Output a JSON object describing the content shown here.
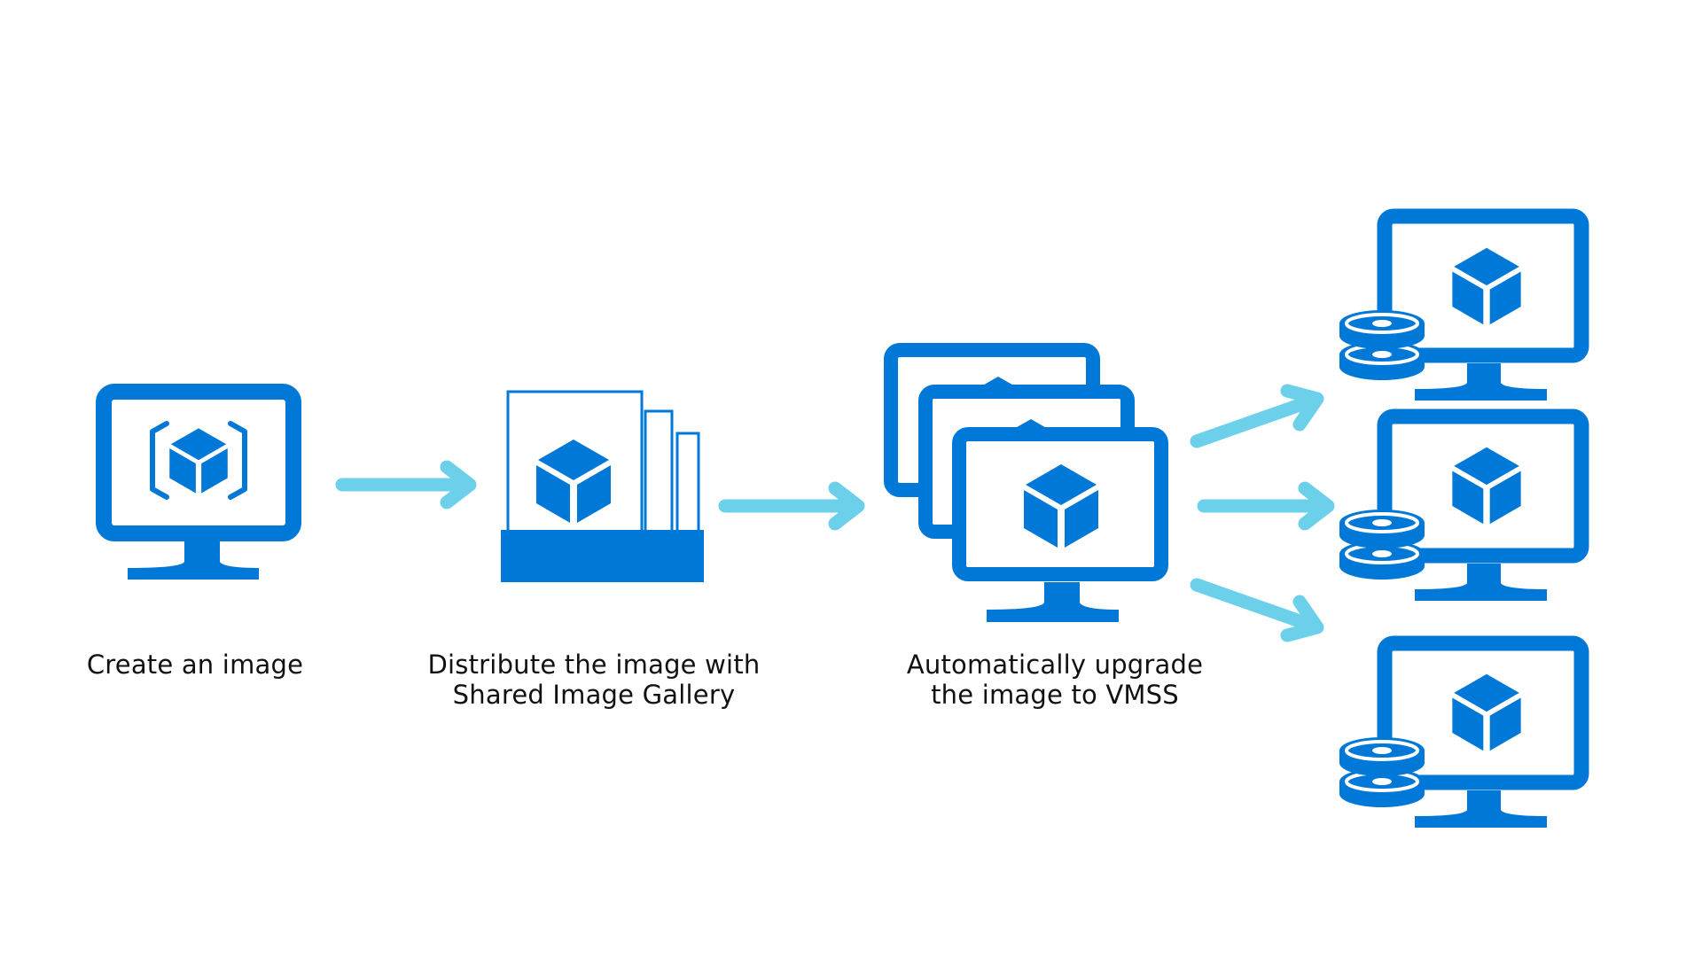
{
  "colors": {
    "primary": "#0078d7",
    "arrow": "#6dd0ea",
    "background": "#ffffff",
    "text": "#111111"
  },
  "steps": [
    {
      "icon": "monitor-with-bracketed-cube-icon",
      "caption_lines": [
        "Create an image"
      ]
    },
    {
      "icon": "shared-image-gallery-icon",
      "caption_lines": [
        "Distribute the image with",
        "Shared Image Gallery"
      ]
    },
    {
      "icon": "stacked-monitors-vmss-icon",
      "caption_lines": [
        "Automatically upgrade",
        "the image to VMSS"
      ]
    }
  ],
  "vm_instances": [
    {
      "icon": "vm-with-disks-icon"
    },
    {
      "icon": "vm-with-disks-icon"
    },
    {
      "icon": "vm-with-disks-icon"
    }
  ],
  "connectors": [
    {
      "from": "step-1",
      "to": "step-2",
      "icon": "arrow-right-icon"
    },
    {
      "from": "step-2",
      "to": "step-3",
      "icon": "arrow-right-icon"
    },
    {
      "from": "step-3",
      "to": "vm-1",
      "icon": "arrow-up-right-icon"
    },
    {
      "from": "step-3",
      "to": "vm-2",
      "icon": "arrow-right-icon"
    },
    {
      "from": "step-3",
      "to": "vm-3",
      "icon": "arrow-down-right-icon"
    }
  ]
}
